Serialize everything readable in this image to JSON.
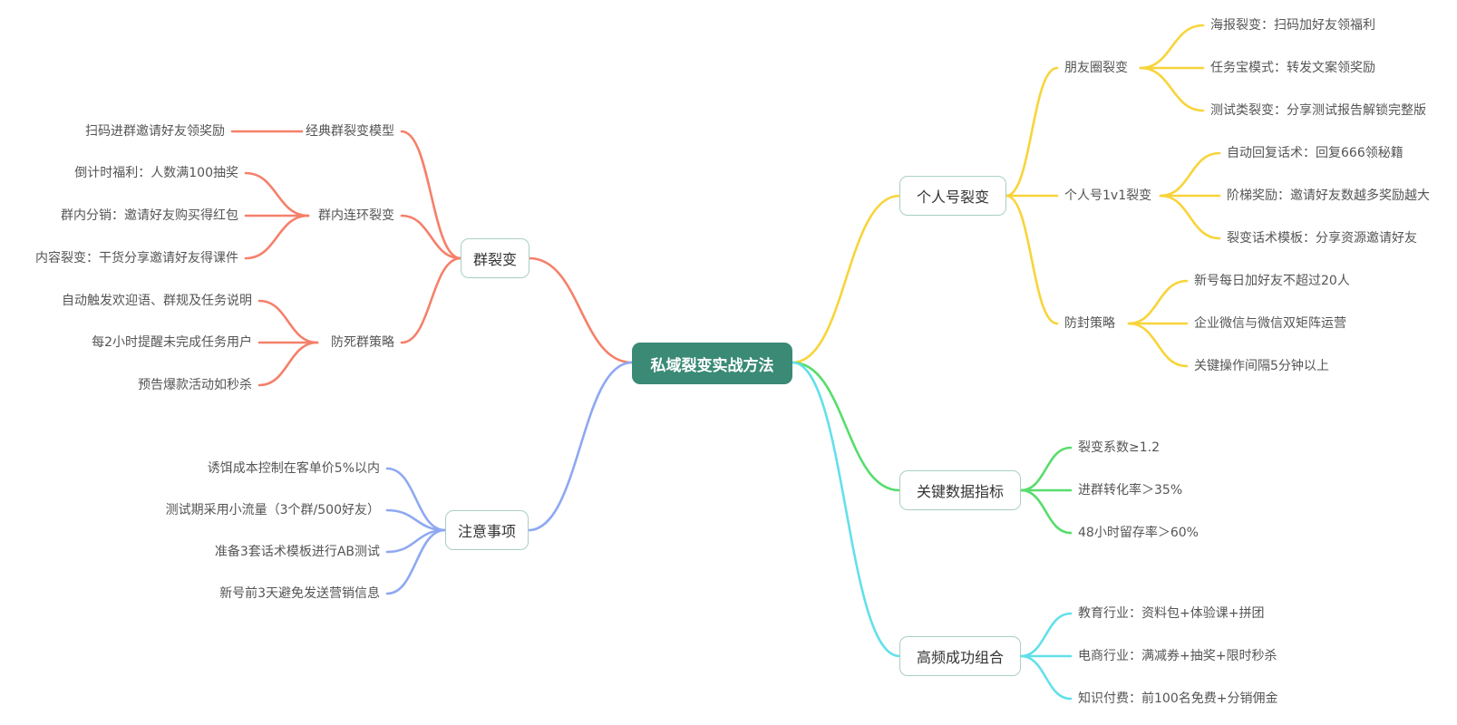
{
  "root": {
    "label": "私域裂变实战方法",
    "color": "#3a8a76"
  },
  "branches": {
    "personal": {
      "label": "个人号裂变",
      "color": "#f8d43a",
      "children": [
        {
          "label": "朋友圈裂变",
          "leaves": [
            "海报裂变：扫码加好友领福利",
            "任务宝模式：转发文案领奖励",
            "测试类裂变：分享测试报告解锁完整版"
          ]
        },
        {
          "label": "个人号1v1裂变",
          "leaves": [
            "自动回复话术：回复666领秘籍",
            "阶梯奖励：邀请好友数越多奖励越大",
            "裂变话术模板：分享资源邀请好友"
          ]
        },
        {
          "label": "防封策略",
          "leaves": [
            "新号每日加好友不超过20人",
            "企业微信与微信双矩阵运营",
            "关键操作间隔5分钟以上"
          ]
        }
      ]
    },
    "metrics": {
      "label": "关键数据指标",
      "color": "#57dd6c",
      "leaves": [
        "裂变系数≥1.2",
        "进群转化率＞35%",
        "48小时留存率＞60%"
      ]
    },
    "combos": {
      "label": "高频成功组合",
      "color": "#62e0ea",
      "leaves": [
        "教育行业：资料包+体验课+拼团",
        "电商行业：满减券+抽奖+限时秒杀",
        "知识付费：前100名免费+分销佣金"
      ]
    },
    "group": {
      "label": "群裂变",
      "color": "#f5806a",
      "children": [
        {
          "label": "经典群裂变模型",
          "leaves": [
            "扫码进群邀请好友领奖励"
          ]
        },
        {
          "label": "群内连环裂变",
          "leaves": [
            "倒计时福利：人数满100抽奖",
            "群内分销：邀请好友购买得红包",
            "内容裂变：干货分享邀请好友得课件"
          ]
        },
        {
          "label": "防死群策略",
          "leaves": [
            "自动触发欢迎语、群规及任务说明",
            "每2小时提醒未完成任务用户",
            "预告爆款活动如秒杀"
          ]
        }
      ]
    },
    "notes": {
      "label": "注意事项",
      "color": "#8ea8f1",
      "leaves": [
        "诱饵成本控制在客单价5%以内",
        "测试期采用小流量（3个群/500好友）",
        "准备3套话术模板进行AB测试",
        "新号前3天避免发送营销信息"
      ]
    }
  }
}
